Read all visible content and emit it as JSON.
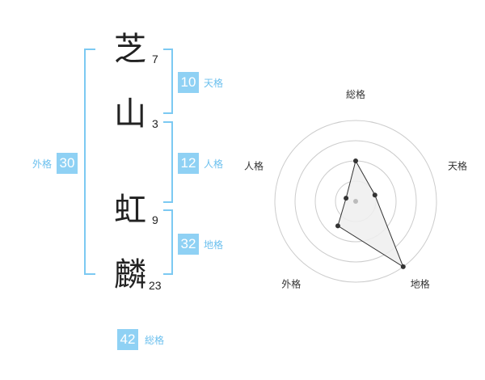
{
  "name": {
    "chars": [
      {
        "char": "芝",
        "strokes": "7"
      },
      {
        "char": "山",
        "strokes": "3"
      },
      {
        "char": "虹",
        "strokes": "9"
      },
      {
        "char": "麟",
        "strokes": "23"
      }
    ]
  },
  "fortunes": {
    "tenkaku": {
      "value": "10",
      "label": "天格"
    },
    "jinkaku": {
      "value": "12",
      "label": "人格"
    },
    "chikaku": {
      "value": "32",
      "label": "地格"
    },
    "gaikaku": {
      "value": "30",
      "label": "外格"
    },
    "soukaku": {
      "value": "42",
      "label": "総格"
    }
  },
  "radar": {
    "axes": [
      "総格",
      "天格",
      "地格",
      "外格",
      "人格"
    ],
    "levels": 4,
    "max": 4,
    "values": [
      2,
      1,
      4,
      1.5,
      0.5
    ],
    "fill": "#eeeeee",
    "line": "#333333",
    "ring": "#cccccc"
  },
  "colors": {
    "accent": "#8fd1f4",
    "accent_text": "#6cc0ee"
  }
}
